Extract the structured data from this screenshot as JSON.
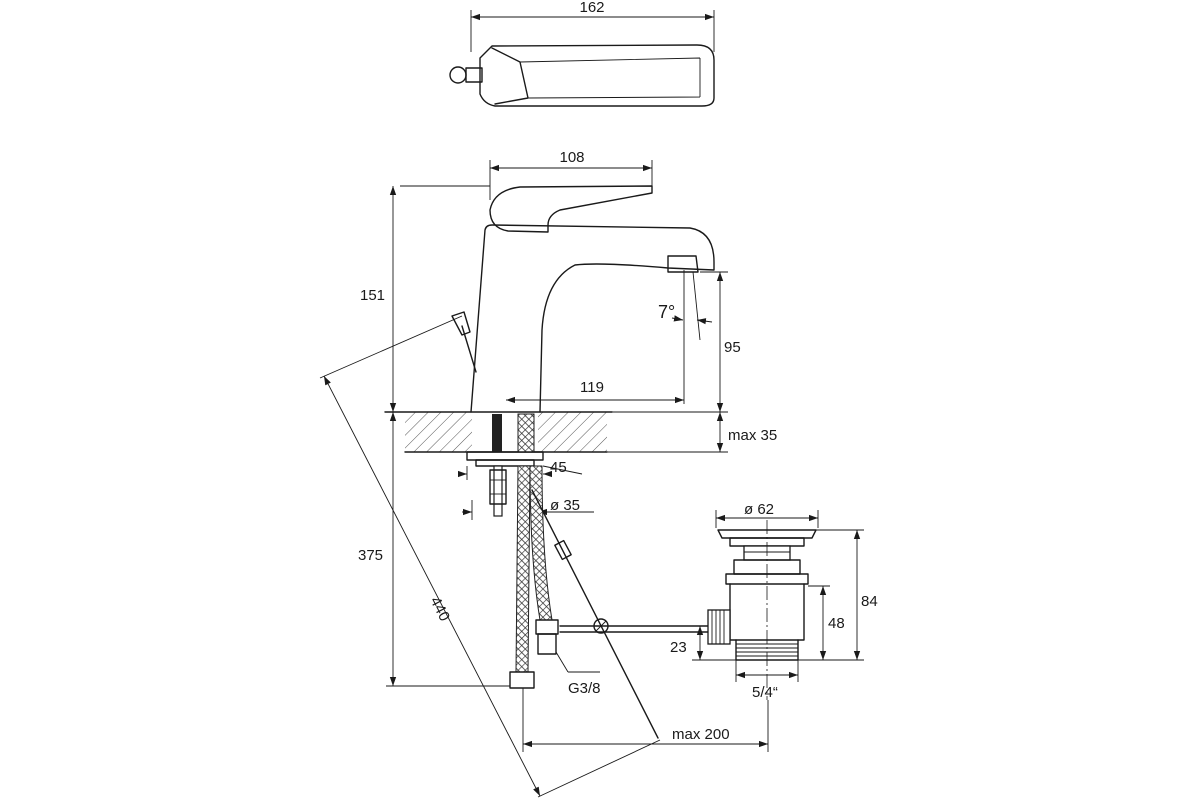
{
  "dimensions": {
    "top_width": "162",
    "spout_reach": "108",
    "total_height": "151",
    "spout_angle": "7°",
    "spout_height": "95",
    "outlet_reach": "119",
    "deck_thickness": "max 35",
    "flange_width": "45",
    "hole_diameter": "ø 35",
    "mounting_height": "375",
    "rod_length": "440",
    "waste_diameter": "ø 62",
    "waste_height": "84",
    "waste_body_height": "48",
    "linkage_height": "23",
    "waste_thread": "5/4“",
    "hose_thread": "G3/8",
    "waste_offset": "max 200"
  },
  "colors": {
    "line": "#1a1a1a",
    "background": "#ffffff"
  }
}
